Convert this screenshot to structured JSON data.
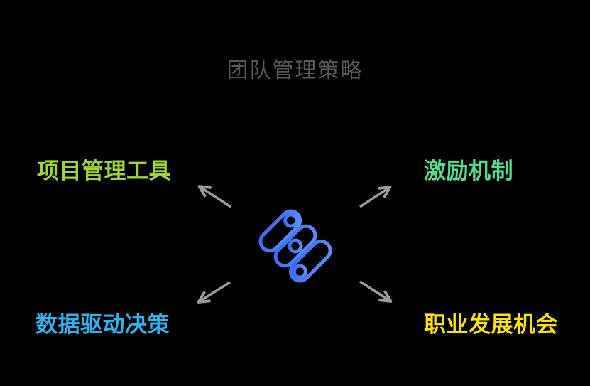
{
  "title": "团队管理策略",
  "center": {
    "icon": "teambition-logo",
    "icon_color_start": "#3B68F0",
    "icon_color_end": "#5E91F9"
  },
  "branches": [
    {
      "id": "top-left",
      "label": "项目管理工具",
      "color": "#9ED433"
    },
    {
      "id": "top-right",
      "label": "激励机制",
      "color": "#55DC8F"
    },
    {
      "id": "bottom-left",
      "label": "数据驱动决策",
      "color": "#2CB4F0"
    },
    {
      "id": "bottom-right",
      "label": "职业发展机会",
      "color": "#FDE500"
    }
  ],
  "colors": {
    "background": "#000000",
    "title": "#58595D",
    "arrow": "#9C9C9C"
  }
}
